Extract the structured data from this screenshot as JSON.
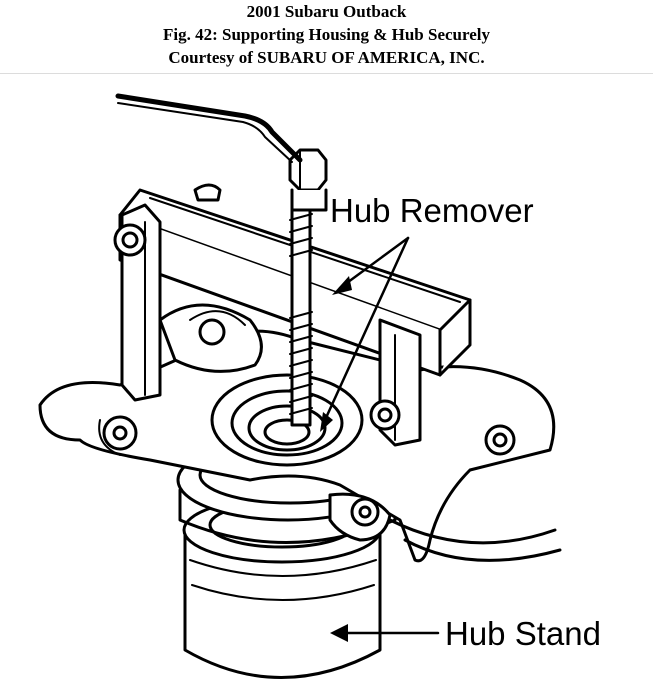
{
  "header": {
    "line1": "2001 Subaru Outback",
    "line2": "Fig. 42: Supporting Housing & Hub Securely",
    "line3": "Courtesy of SUBARU OF AMERICA, INC."
  },
  "figure": {
    "labels": {
      "hub_remover": "Hub Remover",
      "hub_stand": "Hub Stand"
    }
  }
}
